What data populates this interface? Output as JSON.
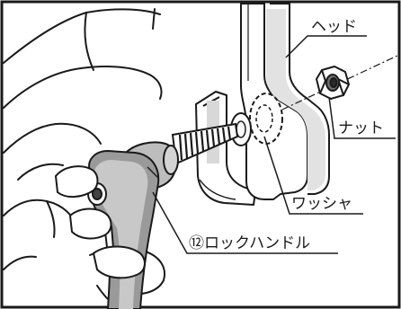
{
  "labels": {
    "head": "ヘッド",
    "nut": "ナット",
    "washer": "ワッシャ",
    "lock_handle": "⑫ロックハンドル"
  },
  "colors": {
    "line": "#1a1a1a",
    "shade": "#8a8a8a",
    "shade_light": "#c4c4c4",
    "background": "#ffffff"
  }
}
